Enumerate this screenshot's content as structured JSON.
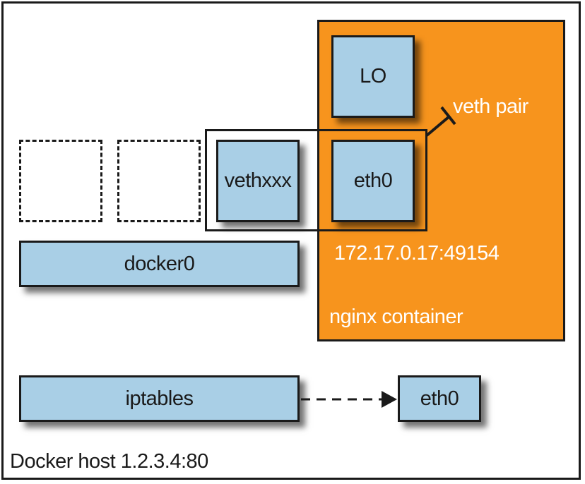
{
  "diagram": {
    "host_label": "Docker host 1.2.3.4:80",
    "container_label": "nginx container",
    "container_address": "172.17.0.17:49154",
    "veth_pair_label": "veth pair",
    "boxes": {
      "lo": "LO",
      "eth0_container": "eth0",
      "vethxxx": "vethxxx",
      "docker0": "docker0",
      "iptables": "iptables",
      "eth0_host": "eth0"
    }
  },
  "colors": {
    "container_fill": "#f7941d",
    "box_fill": "#a9cfe6",
    "outline": "#1a1a1a"
  }
}
